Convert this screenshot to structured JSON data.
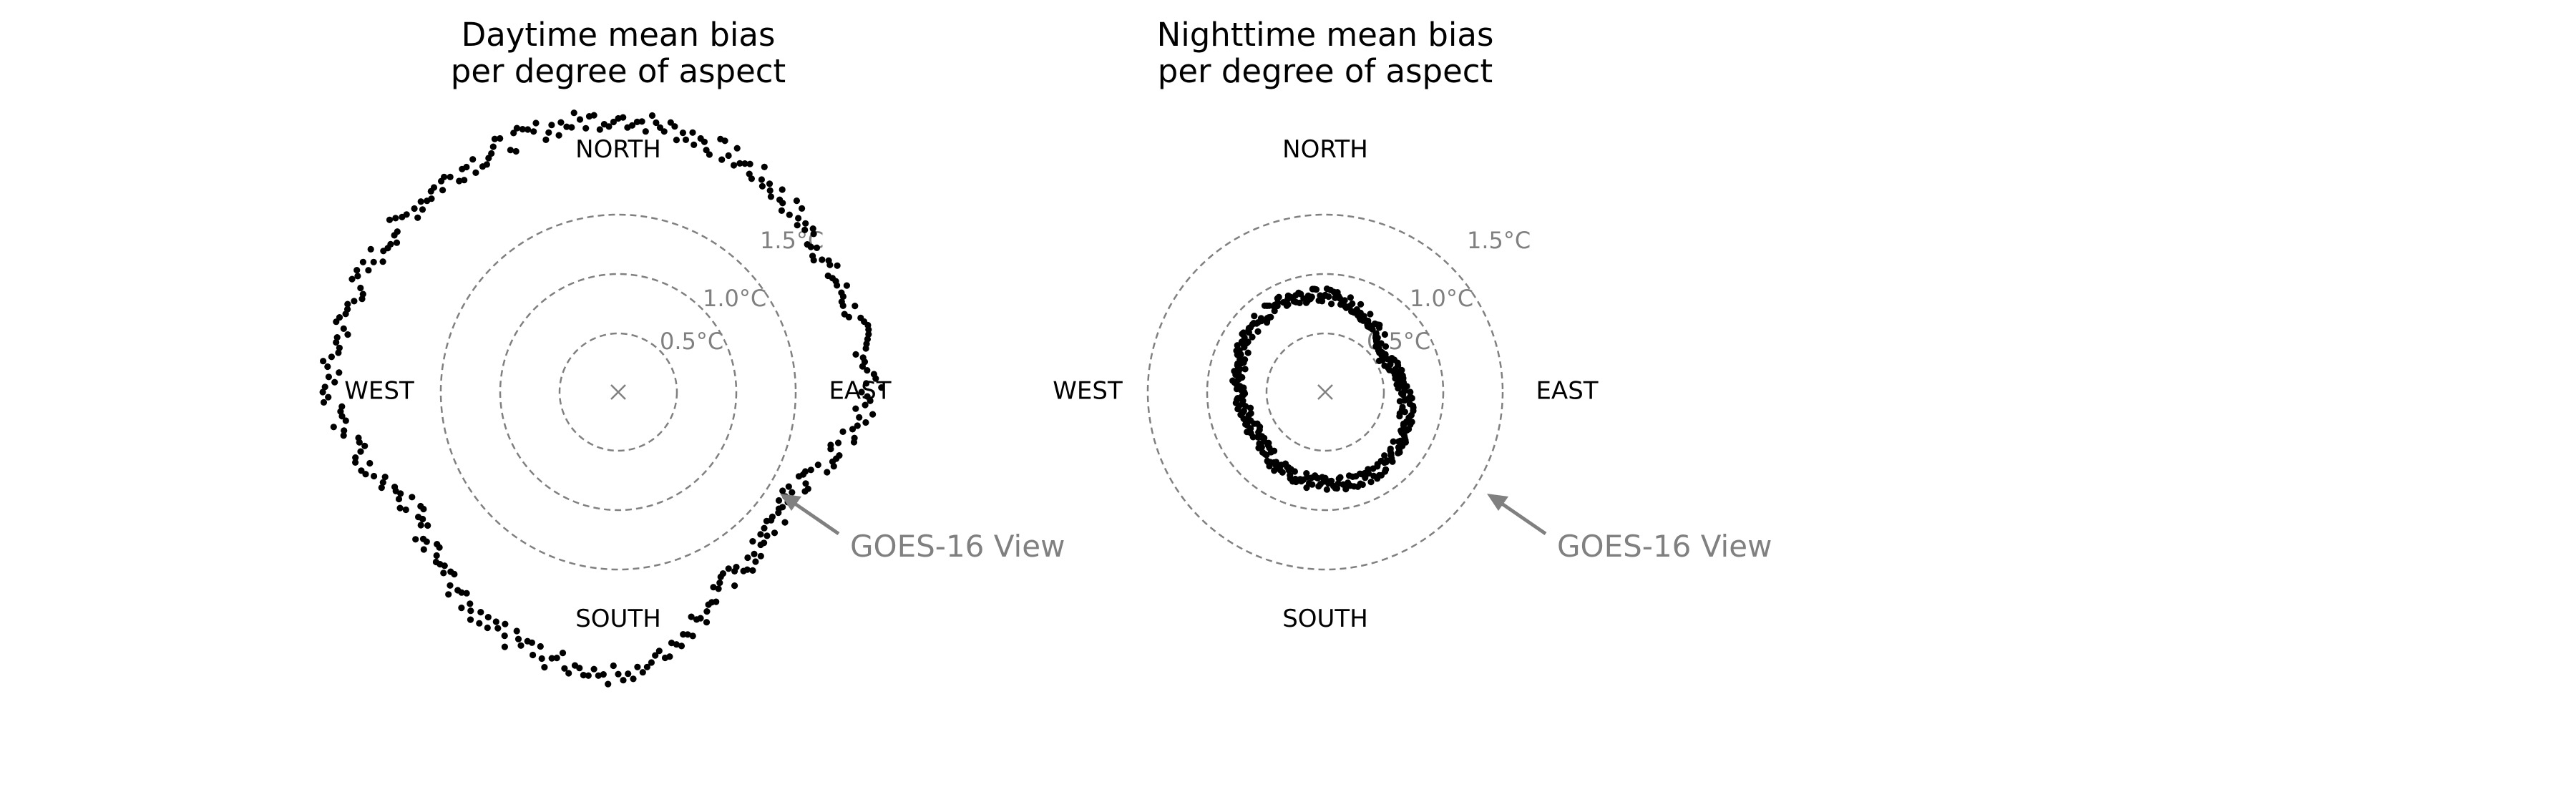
{
  "chart_data": [
    {
      "type": "scatter",
      "projection": "polar",
      "angle_units": "degrees of aspect (0 = North, clockwise)",
      "radius_units": "°C",
      "title_lines": [
        "Daytime mean bias",
        "per degree of aspect"
      ],
      "directions": {
        "north": "NORTH",
        "east": "EAST",
        "south": "SOUTH",
        "west": "WEST"
      },
      "ring_labels": [
        "0.5°C",
        "1.0°C",
        "1.5°C"
      ],
      "ring_values": [
        0.5,
        1.0,
        1.5
      ],
      "annotation": {
        "text": "GOES-16 View",
        "aspect_deg": 135
      },
      "profile": {
        "aspect_deg": [
          0,
          30,
          60,
          90,
          120,
          150,
          180,
          210,
          240,
          270,
          300,
          330,
          360
        ],
        "radius": [
          2.32,
          2.2,
          2.06,
          2.15,
          1.7,
          1.85,
          2.4,
          2.25,
          2.0,
          2.45,
          2.35,
          2.3,
          2.32
        ]
      },
      "points_per_degree": 1
    },
    {
      "type": "scatter",
      "projection": "polar",
      "angle_units": "degrees of aspect (0 = North, clockwise)",
      "radius_units": "°C",
      "title_lines": [
        "Nighttime mean bias",
        "per degree of aspect"
      ],
      "directions": {
        "north": "NORTH",
        "east": "EAST",
        "south": "SOUTH",
        "west": "WEST"
      },
      "ring_labels": [
        "0.5°C",
        "1.0°C",
        "1.5°C"
      ],
      "ring_values": [
        0.5,
        1.0,
        1.5
      ],
      "annotation": {
        "text": "GOES-16 View",
        "aspect_deg": 135
      },
      "profile": {
        "aspect_deg": [
          0,
          30,
          60,
          90,
          120,
          150,
          180,
          210,
          240,
          270,
          300,
          330,
          360
        ],
        "radius": [
          0.82,
          0.72,
          0.58,
          0.68,
          0.74,
          0.8,
          0.78,
          0.74,
          0.68,
          0.72,
          0.8,
          0.84,
          0.82
        ]
      },
      "points_per_degree": 1
    }
  ]
}
